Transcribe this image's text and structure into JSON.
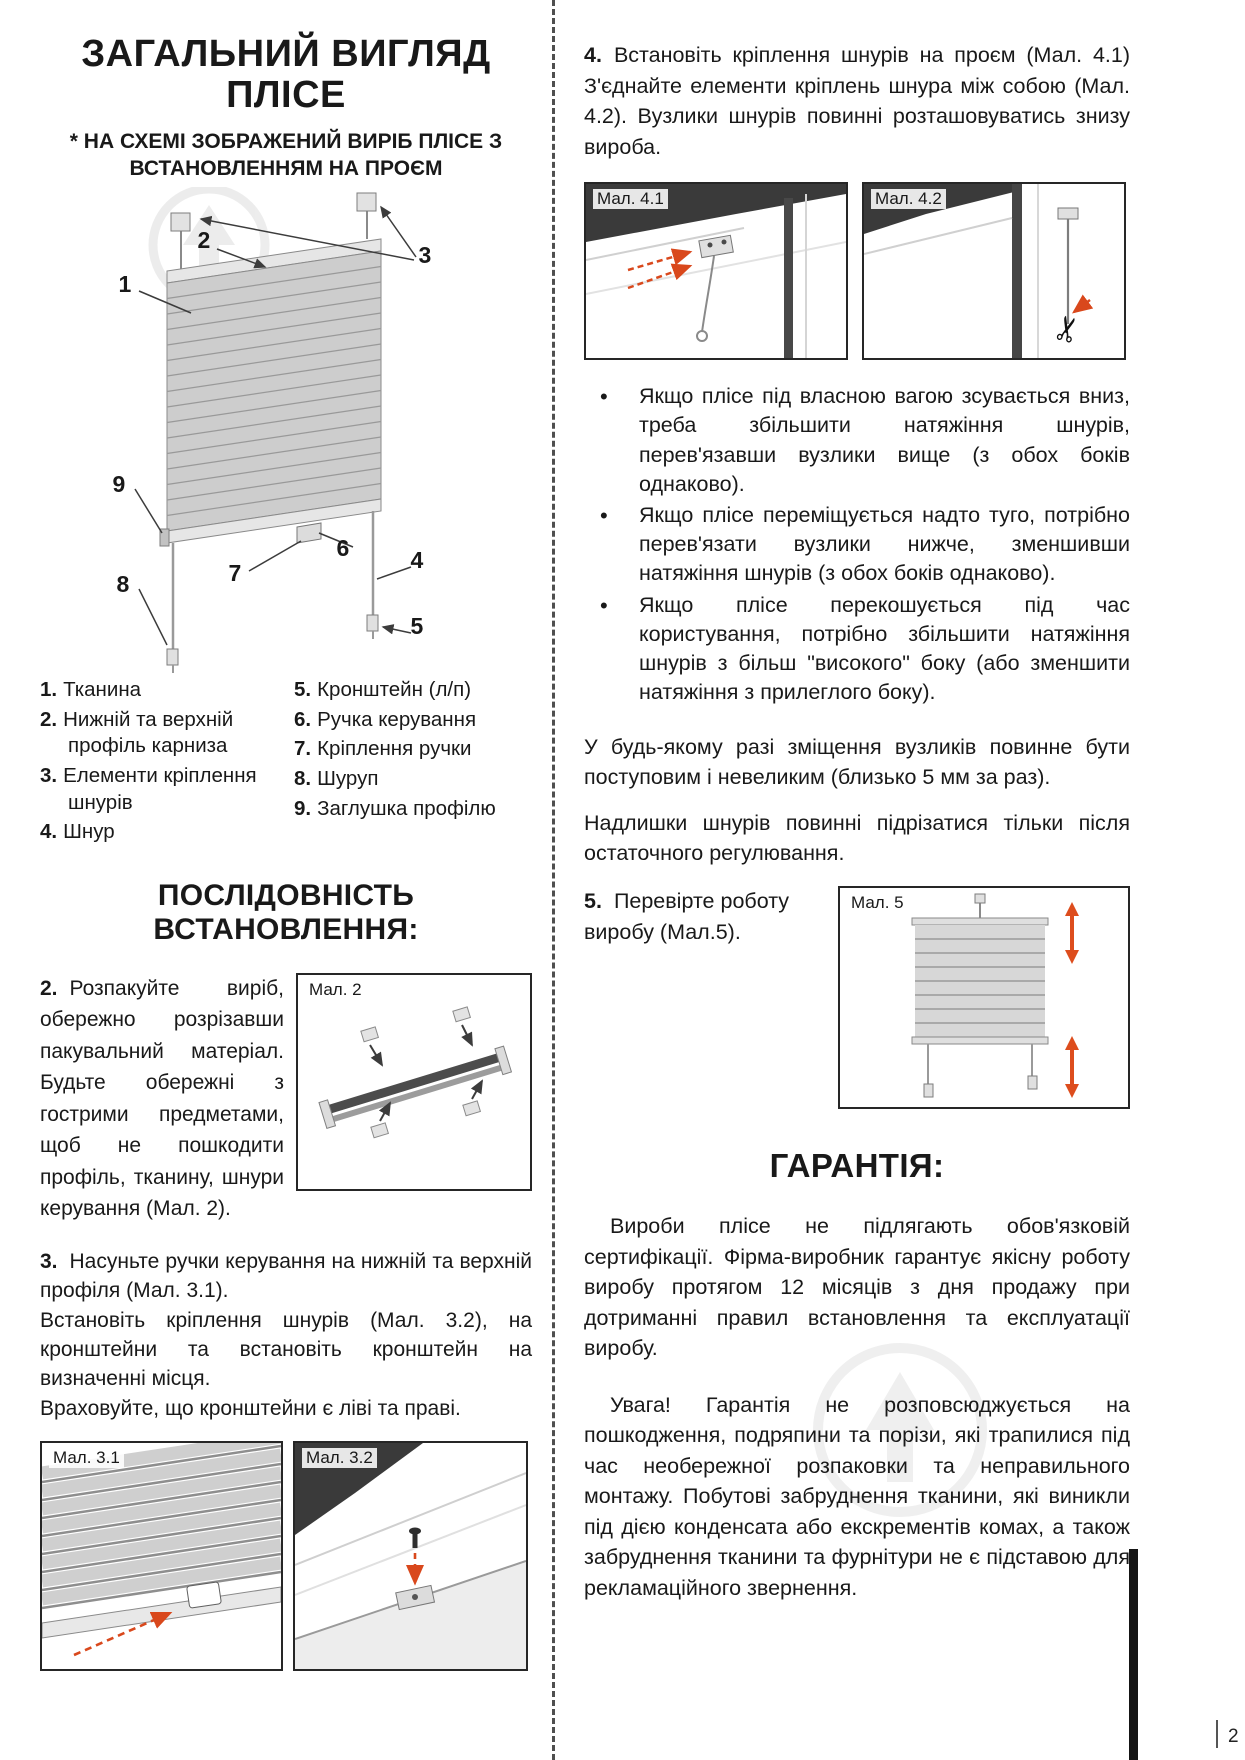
{
  "colors": {
    "accent_arrow": "#d9481c",
    "text_primary": "#191919",
    "frame_dark": "#3a3a3a"
  },
  "icons": {
    "scissors": "✂"
  },
  "page": {
    "number": "2"
  },
  "left": {
    "title_line1": "ЗАГАЛЬНИЙ ВИГЛЯД",
    "title_line2": "ПЛІСЕ",
    "subtitle": "* НА СХЕМІ ЗОБРАЖЕНИЙ ВИРІБ ПЛІСЕ З ВСТАНОВЛЕННЯМ НА ПРОЄМ",
    "diagram_callouts": [
      "1",
      "2",
      "3",
      "4",
      "5",
      "6",
      "7",
      "8",
      "9"
    ],
    "legend_left": [
      {
        "num": "1.",
        "text": "Тканина"
      },
      {
        "num": "2.",
        "text": "Нижній та верхній профіль карниза"
      },
      {
        "num": "3.",
        "text": "Елементи кріплення шнурів"
      },
      {
        "num": "4.",
        "text": "Шнур"
      }
    ],
    "legend_right": [
      {
        "num": "5.",
        "text": "Кронштейн (л/п)"
      },
      {
        "num": "6.",
        "text": "Ручка керування"
      },
      {
        "num": "7.",
        "text": "Кріплення ручки"
      },
      {
        "num": "8.",
        "text": "Шуруп"
      },
      {
        "num": "9.",
        "text": "Заглушка профілю"
      }
    ],
    "section_title": "ПОСЛІДОВНІСТЬ ВСТАНОВЛЕННЯ:",
    "step2_num": "2.",
    "step2_text": "Розпакуйте виріб, обережно розрізавши пакувальний матеріал. Будьте обережні з гострими предметами, щоб не пошкодити профіль, тканину, шнури керування (Мал. 2).",
    "step3_num": "3.",
    "step3_text1": "Насуньте ручки керування на нижній та верхній профіля (Мал. 3.1).",
    "step3_text2": "Встановіть кріплення шнурів (Мал. 3.2), на кронштейни та встановіть кронштейн на визначенні місця.",
    "step3_text3": "Враховуйте, що кронштейни є ліві та праві.",
    "figures": {
      "fig2": "Мал. 2",
      "fig31": "Мал. 3.1",
      "fig32": "Мал. 3.2"
    }
  },
  "right": {
    "step4_num": "4.",
    "step4_text": "Встановіть кріплення шнурів на проєм (Мал. 4.1) З'єднайте елементи кріплень шнура між собою (Мал. 4.2). Вузлики шнурів повинні розташовуватись знизу вироба.",
    "figures": {
      "fig41": "Мал. 4.1",
      "fig42": "Мал. 4.2",
      "fig5": "Мал. 5"
    },
    "bullets": [
      "Якщо плісе під власною вагою зсувається вниз, треба збільшити натяжіння шнурів, перев'язавши вузлики вище (з обох боків однаково).",
      "Якщо плісе переміщується надто туго, потрібно перев'язати вузлики нижче, зменшивши натяжіння шнурів (з обох боків однаково).",
      "Якщо плісе перекошується під час користування, потрібно збільшити натяжіння шнурів з більш \"високого\" боку (або зменшити натяжіння з прилеглого боку)."
    ],
    "note1": "У будь-якому разі зміщення вузликів повинне бути поступовим і невеликим (близько 5 мм за раз).",
    "note2": "Надлишки шнурів повинні підрізатися тільки після остаточного регулювання.",
    "step5_num": "5.",
    "step5_text": "Перевірте роботу виробу (Мал.5).",
    "warranty_title": "ГАРАНТІЯ:",
    "warranty_para1": "Вироби плісе не підлягають обов'язковій сертифікації. Фірма-виробник гарантує якісну роботу виробу протягом 12 місяців з дня продажу при дотриманні правил встановлення та експлуатації виробу.",
    "warranty_para2": "Увага! Гарантія не розповсюджується на пошкодження, подряпини та порізи, які трапилися під час необережної розпаковки та неправильного монтажу. Побутові забруднення тканини, які виникли під дією конденсата або екскрементів комах, а також забруднення тканини та фурнітури не є підставою для рекламаційного звернення."
  }
}
